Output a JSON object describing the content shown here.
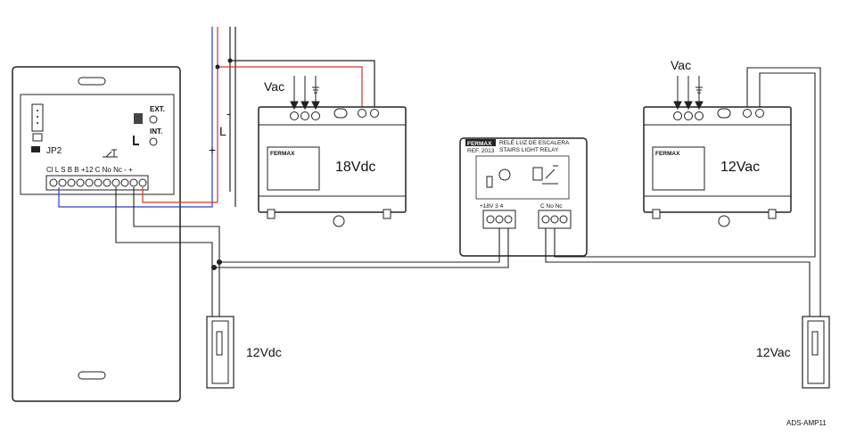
{
  "diagram": {
    "monitor": {
      "jumper_label": "JP2",
      "ext_label": "EXT.",
      "int_label": "INT.",
      "terminal_labels": "Cl  L  S  B  B +12 C No Nc -  +"
    },
    "power_supply_left": {
      "brand": "FERMAX",
      "output": "18Vdc",
      "input_label": "Vac"
    },
    "relay": {
      "brand": "FERMAX",
      "title_es": "RELÉ LUZ DE ESCALERA",
      "title_en": "STAIRS LIGHT RELAY",
      "ref": "REF. 2013",
      "left_terminals": "+18V  3   4",
      "right_terminals": "C  No  Nc"
    },
    "power_supply_right": {
      "brand": "FERMAX",
      "output": "12Vac",
      "input_label": "Vac"
    },
    "lock_left_label": "12Vdc",
    "lock_right_label": "12Vac",
    "bus_minus": "-",
    "bus_minus2": "-",
    "bus_L": "L",
    "bus_plus": "+",
    "reference": "ADS-AMP11"
  },
  "colors": {
    "red_wire": "#d0342c",
    "blue_wire": "#2a3fc4",
    "wire": "#222222"
  }
}
